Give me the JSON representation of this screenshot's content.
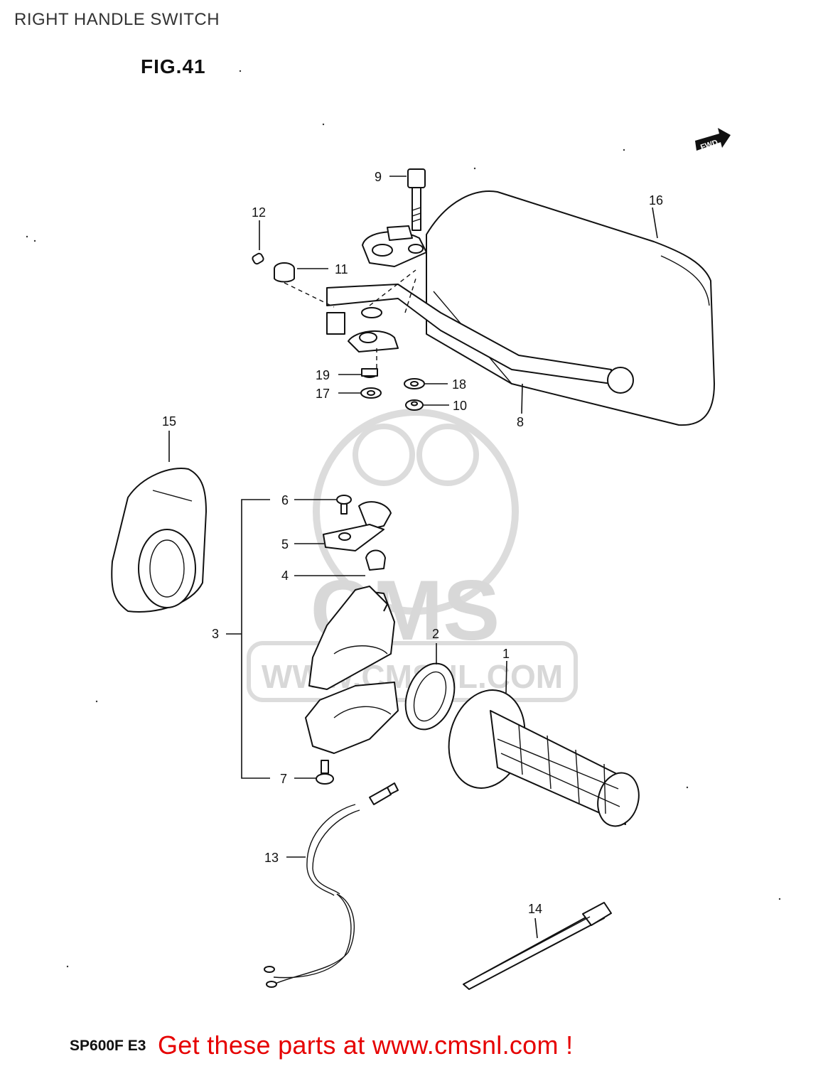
{
  "header": {
    "title": "RIGHT HANDLE SWITCH",
    "figure": "FIG.41",
    "fwd_marker": "FWD"
  },
  "watermark": {
    "brand": "CMS",
    "site": "WWW.CMSNL.COM"
  },
  "callouts": {
    "p1": "1",
    "p2": "2",
    "p3": "3",
    "p4": "4",
    "p5": "5",
    "p6": "6",
    "p7": "7",
    "p8": "8",
    "p9": "9",
    "p10": "10",
    "p11": "11",
    "p12": "12",
    "p13": "13",
    "p14": "14",
    "p15": "15",
    "p16": "16",
    "p17": "17",
    "p18": "18",
    "p19": "19"
  },
  "footer": {
    "model": "SP600F  E3",
    "promo": "Get these parts at www.cmsnl.com !"
  },
  "colors": {
    "promo": "#e60000",
    "line": "#111111",
    "watermark": "#d8d8d8"
  }
}
